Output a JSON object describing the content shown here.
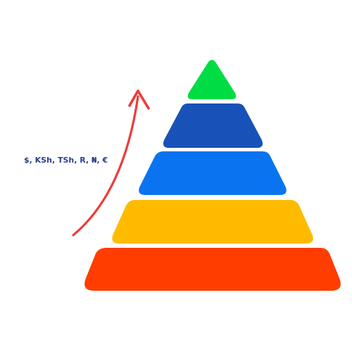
{
  "label": {
    "text": "$, KSh, TSh, R, ₦, €",
    "color": "#2a3f8f"
  },
  "arrow": {
    "color": "#ee3a3a"
  },
  "pyramid": {
    "tiers": [
      {
        "name": "top",
        "color": "#00dd44"
      },
      {
        "name": "second",
        "color": "#1852b8"
      },
      {
        "name": "middle",
        "color": "#0a74f0"
      },
      {
        "name": "fourth",
        "color": "#ffbb00"
      },
      {
        "name": "base",
        "color": "#ff3d00"
      }
    ]
  }
}
